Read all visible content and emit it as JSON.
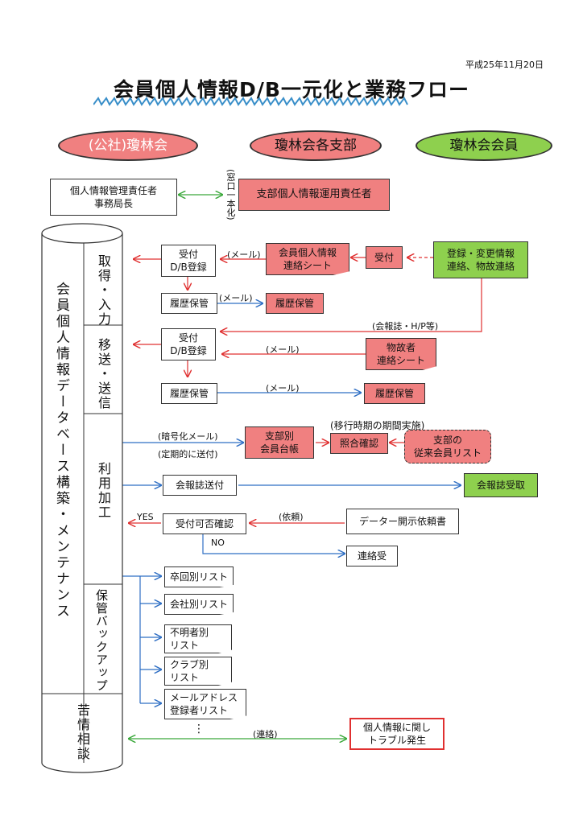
{
  "date": "平成25年11月20日",
  "title": "会員個人情報D/B一元化と業務フロー",
  "headers": {
    "org": "(公社)瓊林会",
    "branches": "瓊林会各支部",
    "members": "瓊林会会員"
  },
  "boxes": {
    "manager": "個人情報管理責任者\n事務局長",
    "window": "(窓口一本化)",
    "branch_manager": "支部個人情報運用責任者",
    "receive_db1": "受付\nD/B登録",
    "member_sheet": "会員個人情報\n連絡シート",
    "receive_small": "受付",
    "register_change": "登録・変更情報\n連絡、物故連絡",
    "history1": "履歴保管",
    "history1b": "履歴保管",
    "receive_db2": "受付\nD/B登録",
    "deceased_sheet": "物故者\n連絡シート",
    "history2": "履歴保管",
    "history2b": "履歴保管",
    "branch_ledger": "支部別\n会員台帳",
    "collation": "照合確認",
    "branch_list": "支部の\n従来会員リスト",
    "magazine_send": "会報誌送付",
    "magazine_receive": "会報誌受取",
    "acceptance_check": "受付可否確認",
    "disclosure_request": "データー開示依頼書",
    "contact_receive": "連絡受",
    "list_grad": "卒回別リスト",
    "list_company": "会社別リスト",
    "list_unknown": "不明者別\nリスト",
    "list_club": "クラブ別\nリスト",
    "list_email": "メールアドレス\n登録者リスト",
    "trouble": "個人情報に関し\nトラブル発生"
  },
  "labels": {
    "mail1": "(メール)",
    "mail2": "(メール)",
    "magazine_hp": "(会報誌・H/P等)",
    "mail3": "(メール)",
    "mail4": "(メール)",
    "encrypted": "(暗号化メール)",
    "periodic": "(定期的に送付)",
    "transition": "(移行時期の期間実施)",
    "request": "(依頼)",
    "yes": "YES",
    "no": "NO",
    "contact": "(連絡)",
    "dots": "⋮"
  },
  "cylinder": {
    "main": "会員個人情報データベース構築・メンテナンス",
    "sections": [
      "取得・入力",
      "移送・送信",
      "利用加工",
      "保管バックアップ",
      "苦情相談"
    ]
  },
  "colors": {
    "pink": "#f08080",
    "green": "#8ed04e",
    "blue": "#2f6fc4",
    "red": "#e03030"
  }
}
